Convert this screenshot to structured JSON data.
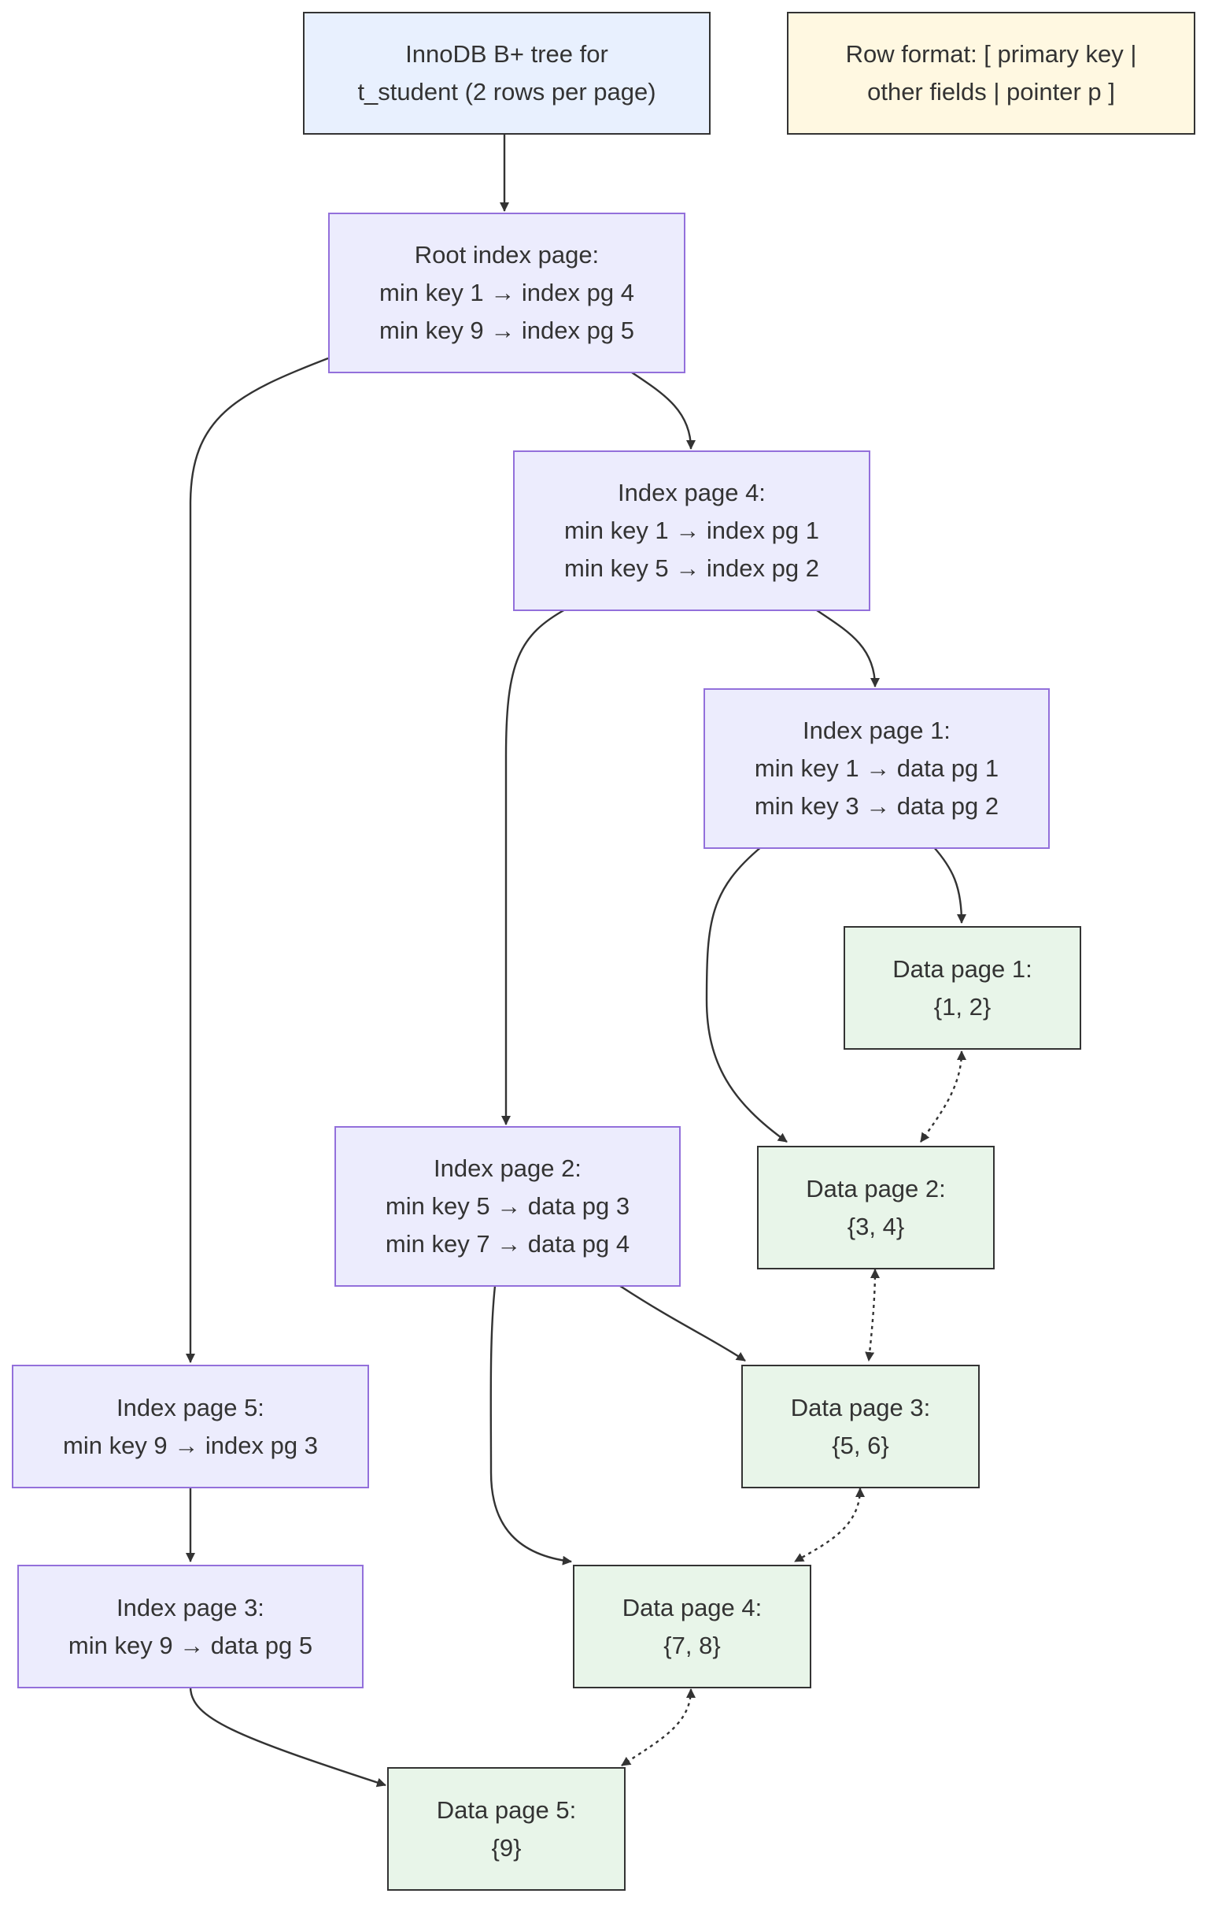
{
  "nodes": {
    "title": {
      "lines": [
        "InnoDB B+ tree for",
        "t_student (2 rows per page)"
      ]
    },
    "row_format": {
      "lines": [
        "Row format: [ primary key |",
        "other fields | pointer p ]"
      ]
    },
    "root": {
      "lines": [
        "Root index page:",
        "min key 1 → index pg 4",
        "min key 9 → index pg 5"
      ]
    },
    "index_page_4": {
      "lines": [
        "Index page 4:",
        "min key 1 → index pg 1",
        "min key 5 → index pg 2"
      ]
    },
    "index_page_1": {
      "lines": [
        "Index page 1:",
        "min key 1 → data pg 1",
        "min key 3 → data pg 2"
      ]
    },
    "index_page_2": {
      "lines": [
        "Index page 2:",
        "min key 5 → data pg 3",
        "min key 7 → data pg 4"
      ]
    },
    "index_page_5": {
      "lines": [
        "Index page 5:",
        "min key 9 → index pg 3"
      ]
    },
    "index_page_3": {
      "lines": [
        "Index page 3:",
        "min key 9 → data pg 5"
      ]
    },
    "data_page_1": {
      "lines": [
        "Data page 1:",
        "{1, 2}"
      ]
    },
    "data_page_2": {
      "lines": [
        "Data page 2:",
        "{3, 4}"
      ]
    },
    "data_page_3": {
      "lines": [
        "Data page 3:",
        "{5, 6}"
      ]
    },
    "data_page_4": {
      "lines": [
        "Data page 4:",
        "{7, 8}"
      ]
    },
    "data_page_5": {
      "lines": [
        "Data page 5:",
        "{9}"
      ]
    }
  },
  "edges": [
    {
      "from": "title",
      "to": "root",
      "style": "solid"
    },
    {
      "from": "root",
      "to": "index_page_4",
      "style": "solid"
    },
    {
      "from": "root",
      "to": "index_page_5",
      "style": "solid"
    },
    {
      "from": "index_page_4",
      "to": "index_page_1",
      "style": "solid"
    },
    {
      "from": "index_page_4",
      "to": "index_page_2",
      "style": "solid"
    },
    {
      "from": "index_page_1",
      "to": "data_page_1",
      "style": "solid"
    },
    {
      "from": "index_page_1",
      "to": "data_page_2",
      "style": "solid"
    },
    {
      "from": "index_page_2",
      "to": "data_page_3",
      "style": "solid"
    },
    {
      "from": "index_page_2",
      "to": "data_page_4",
      "style": "solid"
    },
    {
      "from": "index_page_5",
      "to": "index_page_3",
      "style": "solid"
    },
    {
      "from": "index_page_3",
      "to": "data_page_5",
      "style": "solid"
    },
    {
      "from": "data_page_1",
      "to": "data_page_2",
      "style": "dotted-bidirectional"
    },
    {
      "from": "data_page_2",
      "to": "data_page_3",
      "style": "dotted-bidirectional"
    },
    {
      "from": "data_page_3",
      "to": "data_page_4",
      "style": "dotted-bidirectional"
    },
    {
      "from": "data_page_4",
      "to": "data_page_5",
      "style": "dotted-bidirectional"
    }
  ],
  "colors": {
    "title_fill": "#e8f0fe",
    "note_fill": "#fff8e1",
    "index_fill": "#ececfd",
    "index_border": "#9370db",
    "data_fill": "#e8f5e9",
    "edge": "#333333"
  }
}
